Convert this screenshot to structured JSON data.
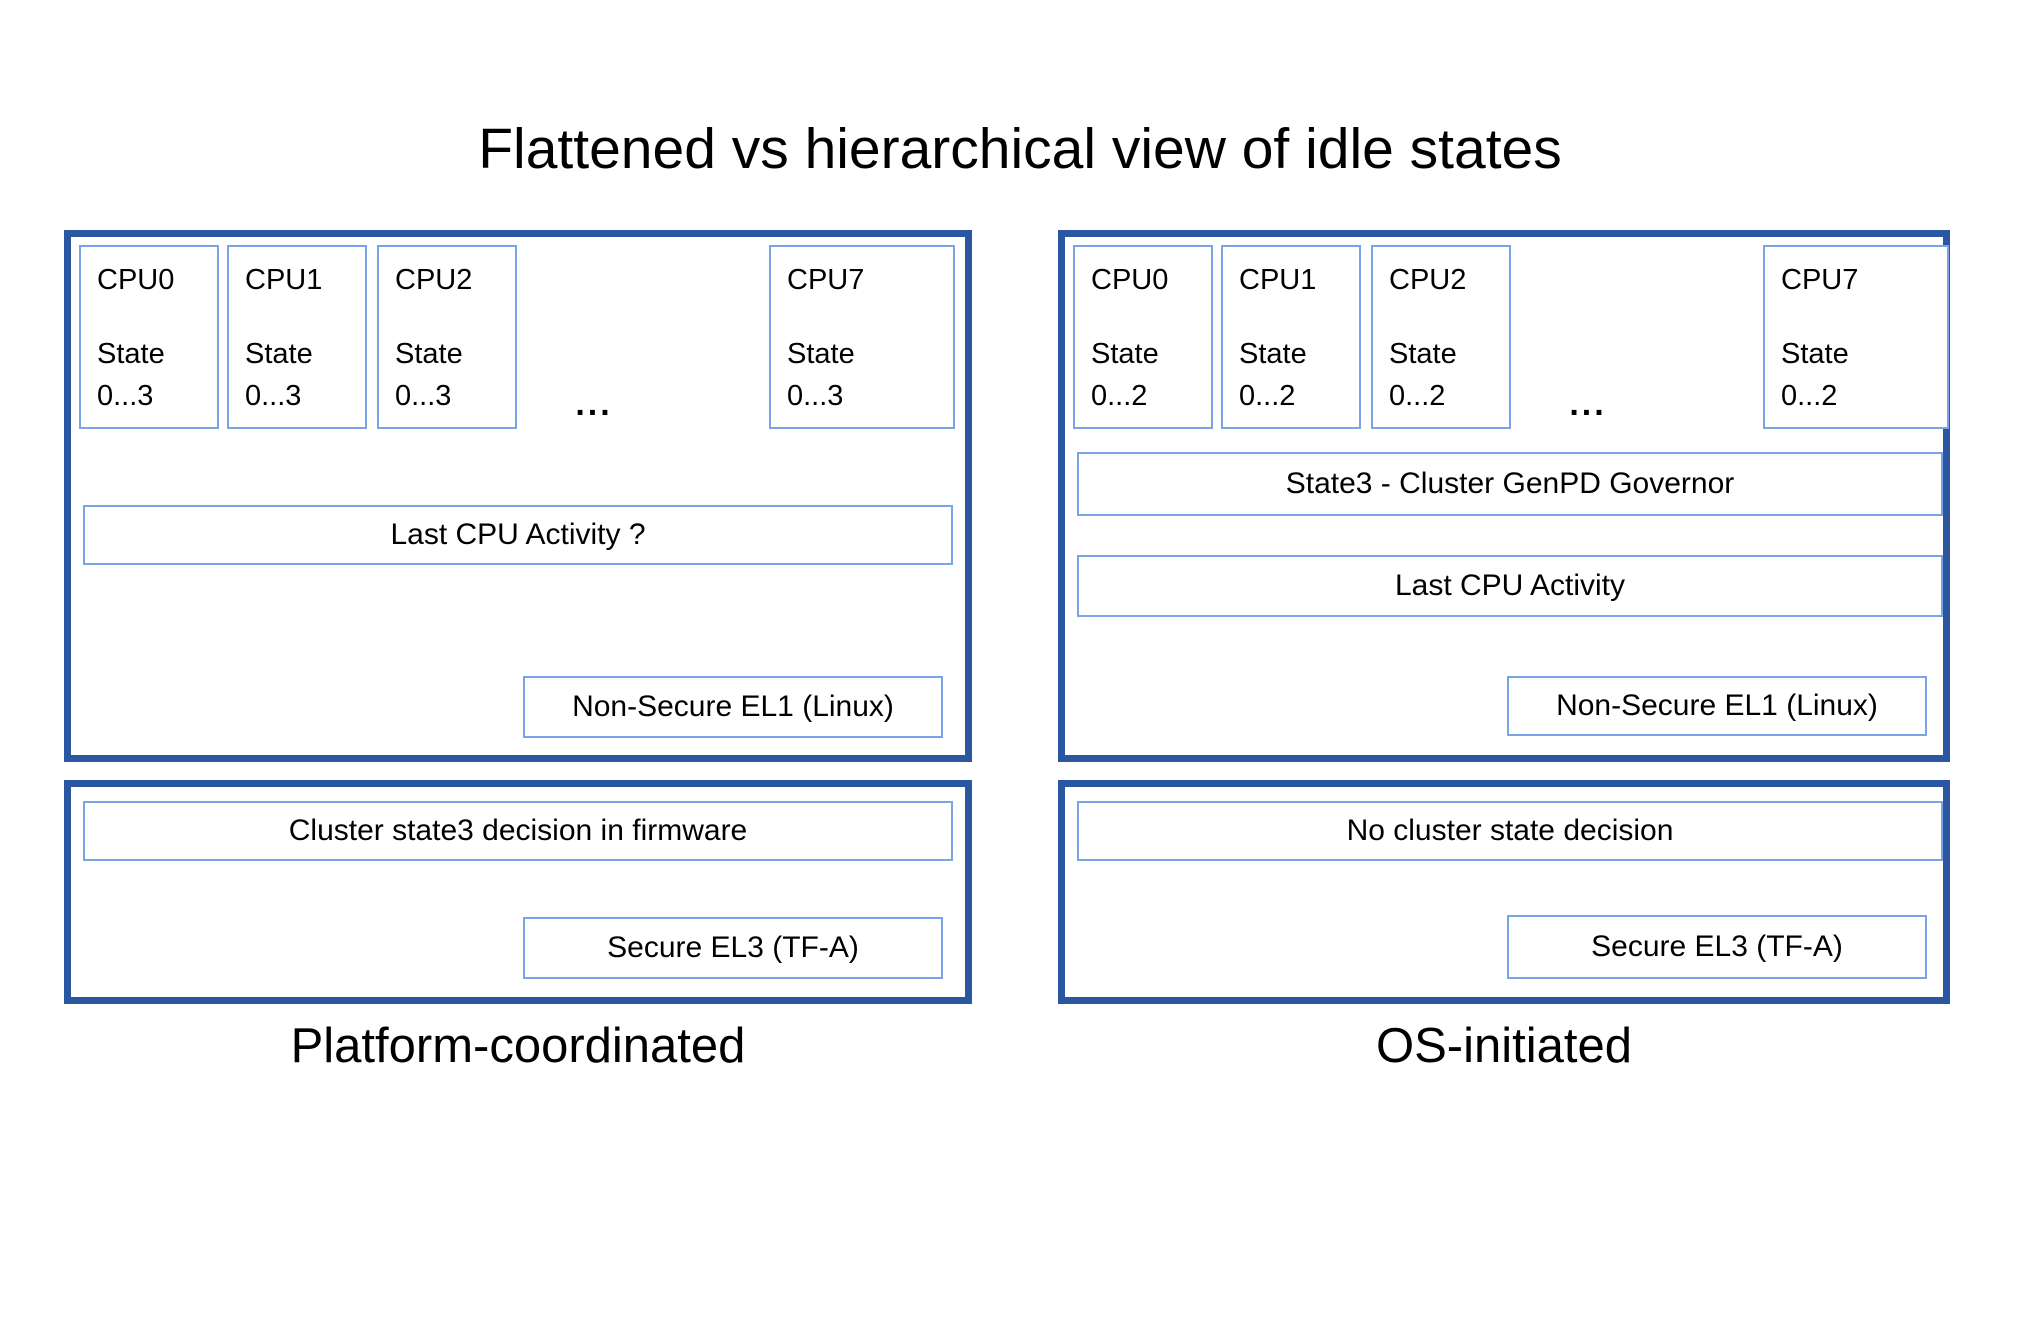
{
  "title": "Flattened vs hierarchical view of idle states",
  "colors": {
    "outer_border": "#2b57a0",
    "inner_border": "#7aa3e8",
    "text": "#000000",
    "background": "#ffffff"
  },
  "left": {
    "caption": "Platform-coordinated",
    "ellipsis": "...",
    "cpus": [
      {
        "name": "CPU0",
        "state_label": "State",
        "state_range": "0...3"
      },
      {
        "name": "CPU1",
        "state_label": "State",
        "state_range": "0...3"
      },
      {
        "name": "CPU2",
        "state_label": "State",
        "state_range": "0...3"
      },
      {
        "name": "CPU7",
        "state_label": "State",
        "state_range": "0...3"
      }
    ],
    "activity_box": "Last CPU Activity ?",
    "el1_box": "Non-Secure EL1 (Linux)",
    "firmware_box": "Cluster state3 decision in firmware",
    "el3_box": "Secure EL3 (TF-A)"
  },
  "right": {
    "caption": "OS-initiated",
    "ellipsis": "...",
    "cpus": [
      {
        "name": "CPU0",
        "state_label": "State",
        "state_range": "0...2"
      },
      {
        "name": "CPU1",
        "state_label": "State",
        "state_range": "0...2"
      },
      {
        "name": "CPU2",
        "state_label": "State",
        "state_range": "0...2"
      },
      {
        "name": "CPU7",
        "state_label": "State",
        "state_range": "0...2"
      }
    ],
    "governor_box": "State3 - Cluster GenPD Governor",
    "activity_box": "Last CPU Activity",
    "el1_box": "Non-Secure EL1 (Linux)",
    "decision_box": "No cluster state decision",
    "el3_box": "Secure EL3 (TF-A)"
  }
}
